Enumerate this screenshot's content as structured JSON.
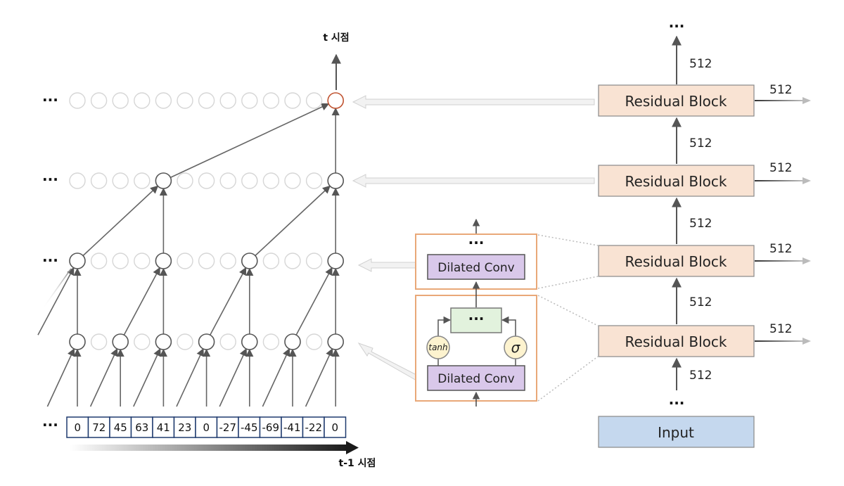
{
  "top_time_label": "t 시점",
  "bottom_time_label": "t-1 시점",
  "ellipsis": "···",
  "sequence_values": [
    "0",
    "72",
    "45",
    "63",
    "41",
    "23",
    "0",
    "-27",
    "-45",
    "-69",
    "-41",
    "-22",
    "0"
  ],
  "residual_block_label": "Residual Block",
  "input_label": "Input",
  "channel_label": "512",
  "dilated_conv_label": "Dilated Conv",
  "tanh_label": "tanh",
  "sigma_label": "σ",
  "colors": {
    "residual_fill": "#f9e3d3",
    "input_fill": "#c5d8ee",
    "dilated_fill": "#d9c8ea",
    "gate_fill": "#fdf3cf",
    "mid_fill": "#e2f2dd",
    "detail_border": "#e9a878",
    "highlight_node": "#c0522f"
  }
}
